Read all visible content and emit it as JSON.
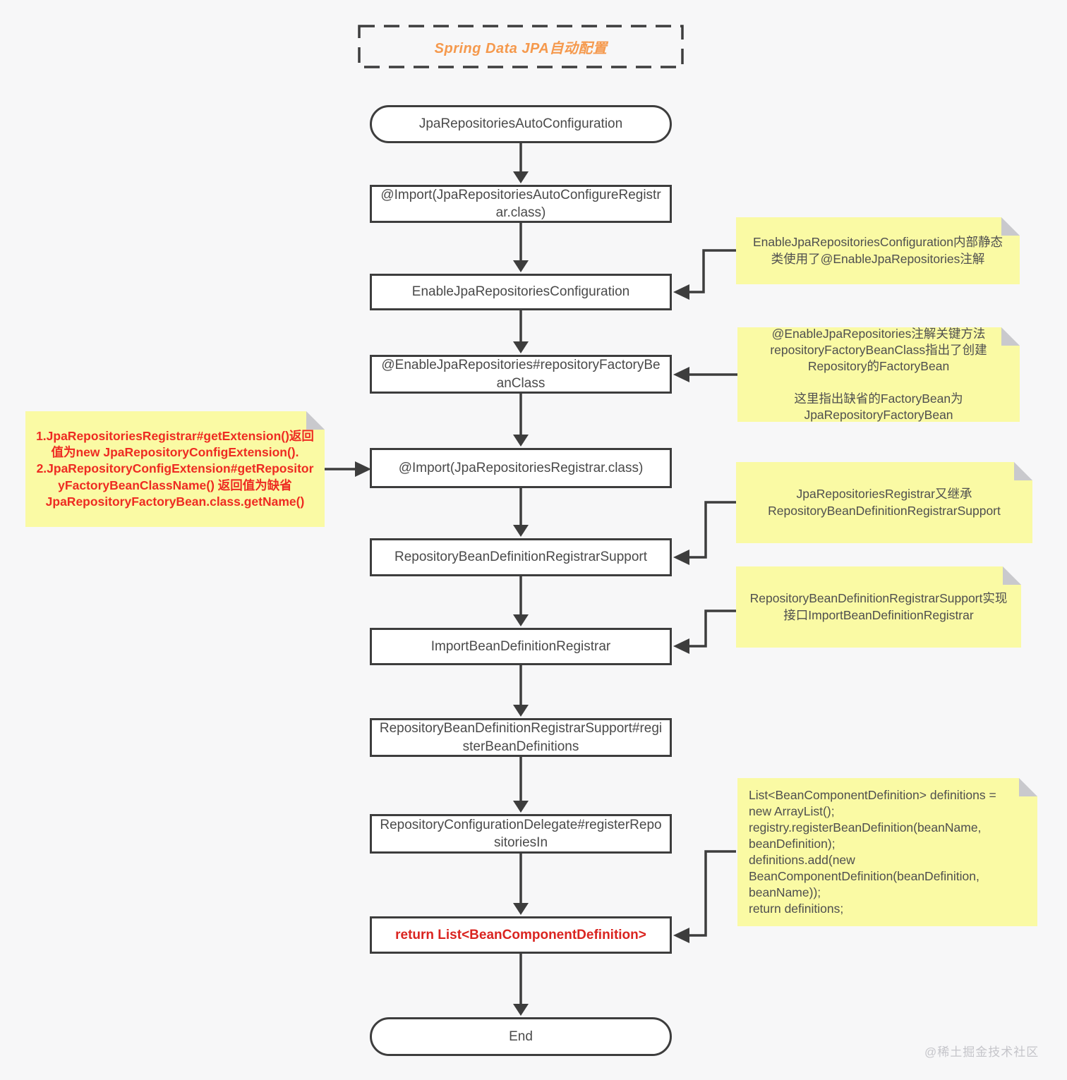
{
  "title": "Spring Data JPA自动配置",
  "nodes": [
    {
      "label": "JpaRepositoriesAutoConfiguration"
    },
    {
      "label": "@Import(JpaRepositoriesAutoConfigureRegistrar.class)"
    },
    {
      "label": "EnableJpaRepositoriesConfiguration"
    },
    {
      "label": "@EnableJpaRepositories#repositoryFactoryBeanClass"
    },
    {
      "label": "@Import(JpaRepositoriesRegistrar.class)"
    },
    {
      "label": "RepositoryBeanDefinitionRegistrarSupport"
    },
    {
      "label": "ImportBeanDefinitionRegistrar"
    },
    {
      "label": "RepositoryBeanDefinitionRegistrarSupport#registerBeanDefinitions"
    },
    {
      "label": "RepositoryConfigurationDelegate#registerRepositoriesIn"
    },
    {
      "label": "return List<BeanComponentDefinition>"
    },
    {
      "label": "End"
    }
  ],
  "notes": [
    {
      "text": "EnableJpaRepositoriesConfiguration内部静态\n类使用了@EnableJpaRepositories注解"
    },
    {
      "text": "@EnableJpaRepositories注解关键方法\nrepositoryFactoryBeanClass指出了创建\nRepository的FactoryBean\n\n这里指出缺省的FactoryBean为\nJpaRepositoryFactoryBean"
    },
    {
      "text": "JpaRepositoriesRegistrar又继承\nRepositoryBeanDefinitionRegistrarSupport"
    },
    {
      "text": "RepositoryBeanDefinitionRegistrarSupport实现\n接口ImportBeanDefinitionRegistrar"
    },
    {
      "text": "List<BeanComponentDefinition> definitions =\nnew ArrayList();\nregistry.registerBeanDefinition(beanName,\nbeanDefinition);\ndefinitions.add(new\nBeanComponentDefinition(beanDefinition,\nbeanName));\nreturn definitions;"
    },
    {
      "text": "1.JpaRepositoriesRegistrar#getExtension()返回\n值为new JpaRepositoryConfigExtension().\n2.JpaRepositoryConfigExtension#getRepositor\nyFactoryBeanClassName() 返回值为缺省\nJpaRepositoryFactoryBean.class.getName()"
    }
  ],
  "watermark": "@稀土掘金技术社区",
  "colors": {
    "background": "#f7f7f8",
    "node_border": "#3d3d3d",
    "note_bg": "#fafaa4",
    "accent_orange": "#f5994d",
    "alert_red": "#da2420"
  }
}
